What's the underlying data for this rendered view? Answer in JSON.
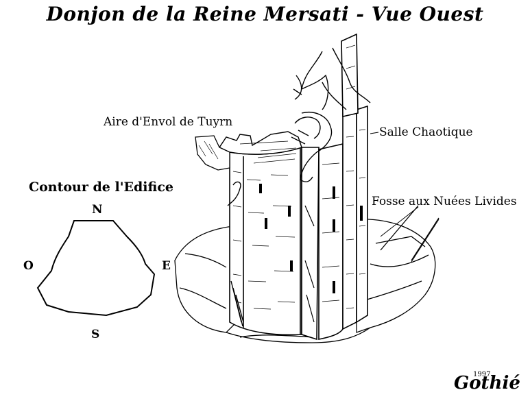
{
  "title": "Donjon de la Reine Mersati - Vue Ouest",
  "labels": {
    "aire": "Aire d'Envol de Tuyrn",
    "salle": "Salle Chaotique",
    "fosse": "Fosse aux Nuées Livides"
  },
  "outline": {
    "title": "Contour de l'Edifice",
    "north": "N",
    "south": "S",
    "east": "E",
    "west": "O"
  },
  "signature": {
    "name": "Gothié",
    "year": "1997"
  },
  "colors": {
    "ink": "#000000",
    "paper": "#ffffff"
  }
}
